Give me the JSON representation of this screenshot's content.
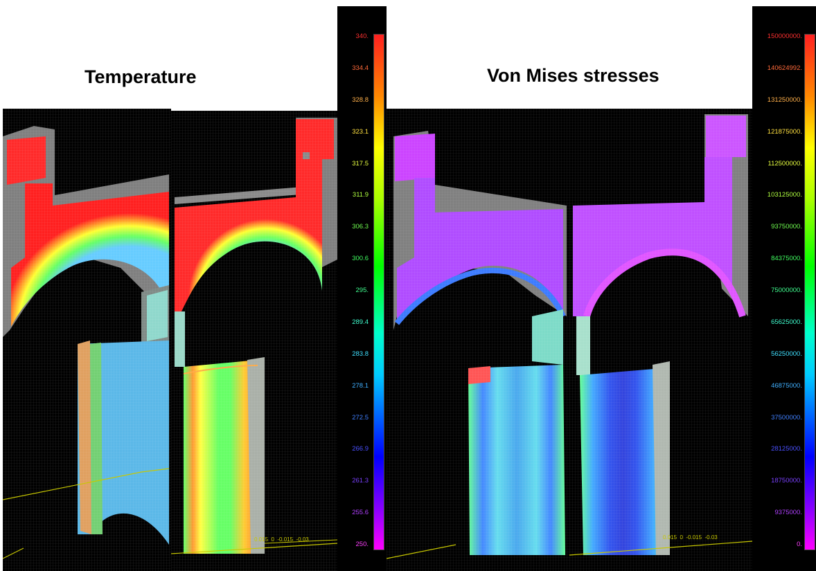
{
  "titles": {
    "temperature": "Temperature",
    "stress": "Von Mises stresses"
  },
  "temperature_legend": {
    "ticks": [
      "340.",
      "334.4",
      "328.8",
      "323.1",
      "317.5",
      "311.9",
      "306.3",
      "300.6",
      "295.",
      "289.4",
      "283.8",
      "278.1",
      "272.5",
      "266.9",
      "261.3",
      "255.6",
      "250."
    ]
  },
  "stress_legend": {
    "ticks": [
      "150000000.",
      "140624992.",
      "131250000.",
      "121875000.",
      "112500000.",
      "103125000.",
      "93750000.",
      "84375000.",
      "75000000.",
      "65625000.",
      "56250000.",
      "46875000.",
      "37500000.",
      "28125000.",
      "18750000.",
      "9375000.",
      "0."
    ]
  },
  "axis_labels": {
    "temp_axis": "0.015  0  -0.015  -0.03",
    "stress_axis": "0.015  0  -0.015  -0.03"
  },
  "colors": {
    "hot": "#ff2020",
    "cold": "#5bb8e8",
    "magenta": "#cc33ff",
    "shell": "#8a8a8a"
  }
}
